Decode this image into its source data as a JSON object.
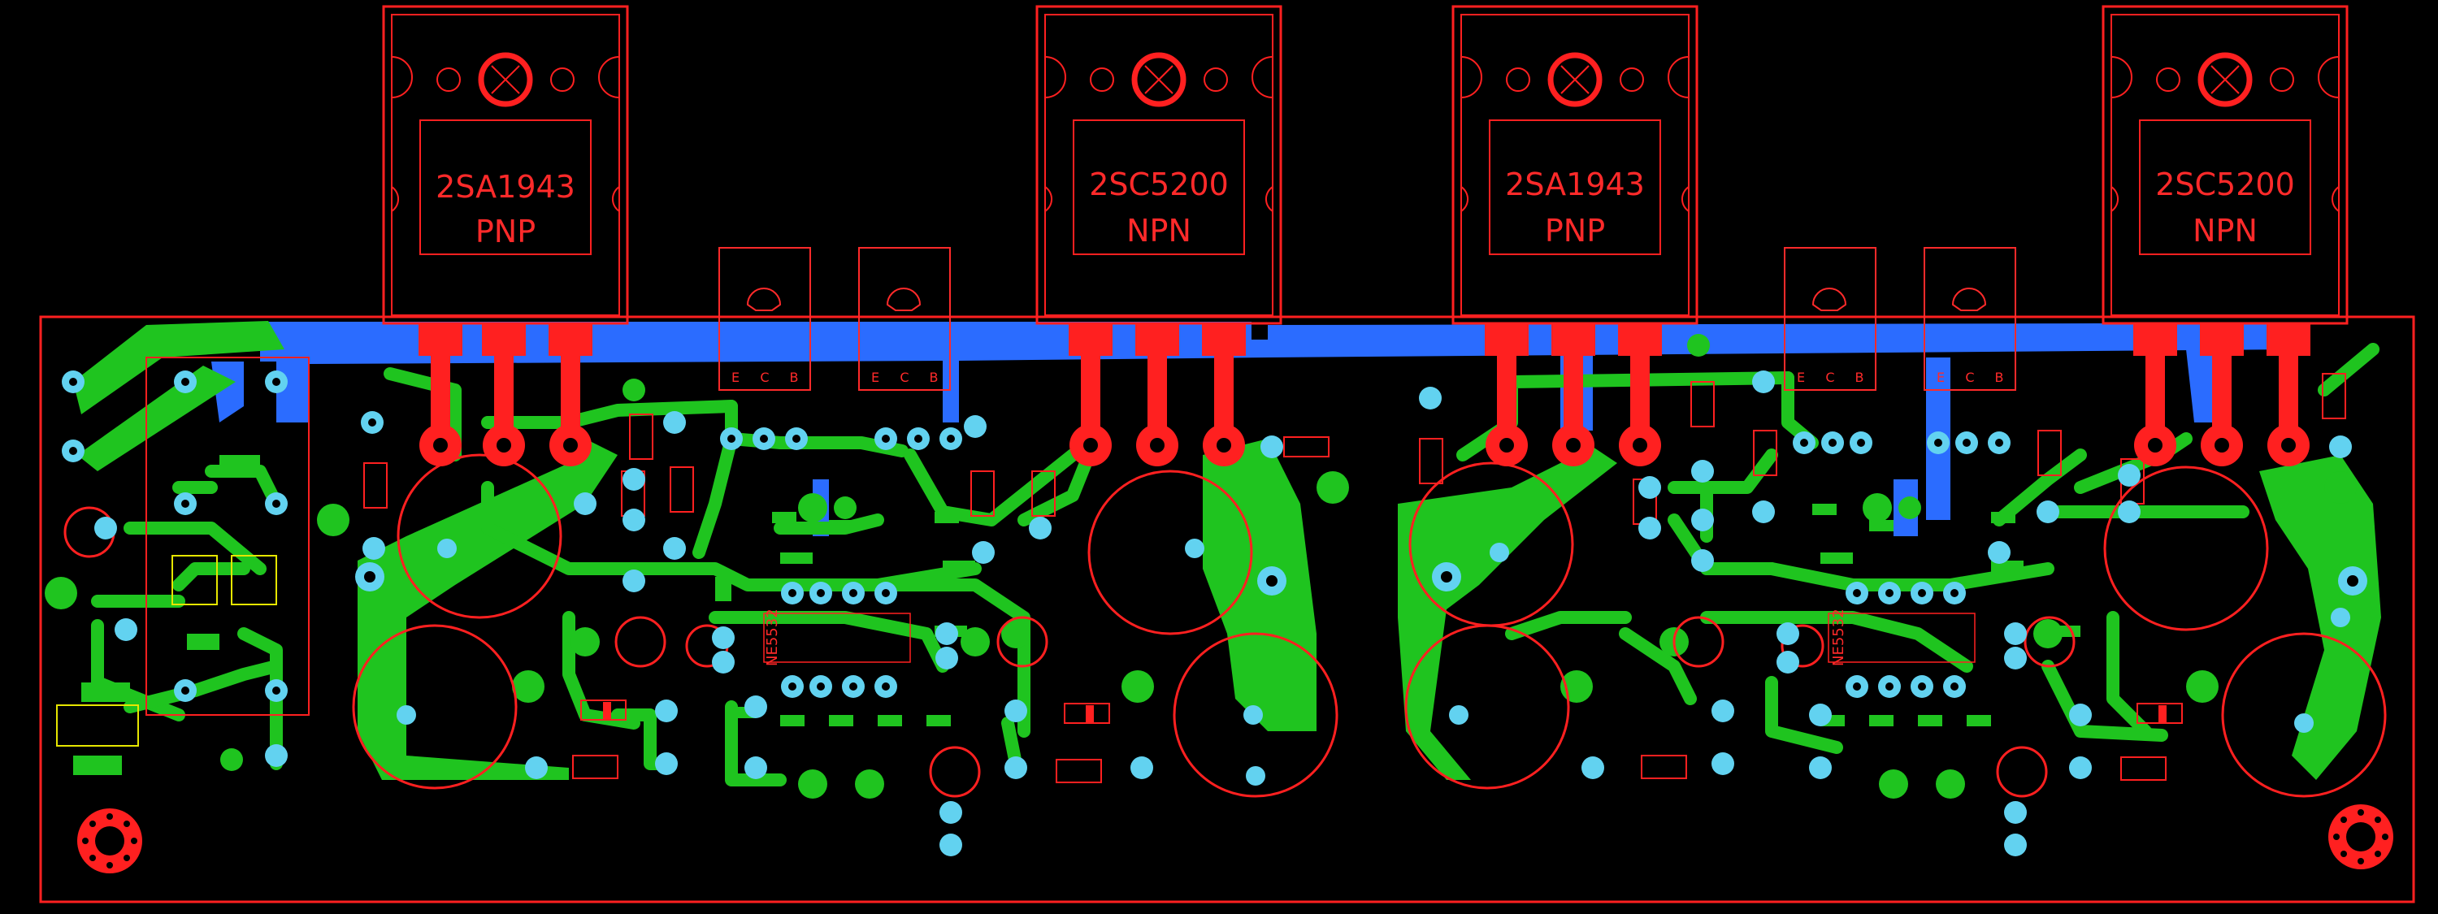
{
  "board": {
    "colors": {
      "background": "#000000",
      "outline": "#ff2020",
      "copper_top": "#1fc41f",
      "copper_bottom": "#2b6cff",
      "silkscreen": "#ff2a2a",
      "via": "#62d2f0",
      "smd_outline": "#e6e600"
    }
  },
  "transistors": [
    {
      "part": "2SA1943",
      "type": "PNP"
    },
    {
      "part": "2SC5200",
      "type": "NPN"
    },
    {
      "part": "2SA1943",
      "type": "PNP"
    },
    {
      "part": "2SC5200",
      "type": "NPN"
    }
  ],
  "small_transistors": [
    {
      "pins": [
        "E",
        "C",
        "B"
      ]
    },
    {
      "pins": [
        "E",
        "C",
        "B"
      ]
    },
    {
      "pins": [
        "E",
        "C",
        "B"
      ]
    },
    {
      "pins": [
        "E",
        "C",
        "B"
      ]
    }
  ],
  "op_amps": [
    {
      "label": "NE5532"
    },
    {
      "label": "NE5532"
    }
  ]
}
